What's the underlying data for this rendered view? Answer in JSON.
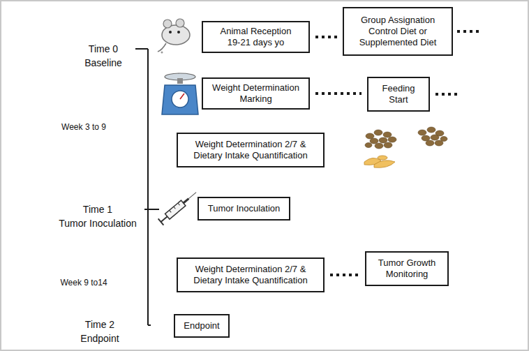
{
  "diagram": {
    "nodes": [
      {
        "text": [
          "Animal Reception 19-21 days yo"
        ]
      },
      {
        "text": [
          "Group Assignation Control Diet or Supplemented Diet"
        ]
      },
      {
        "text": [
          "Weight Determination Marking"
        ]
      },
      {
        "text": [
          "Feeding Start"
        ]
      },
      {
        "text": [
          "Weight Determination 2/7 & Dietary Intake Quantification"
        ]
      },
      {
        "text": [
          "Tumor Inoculation"
        ]
      },
      {
        "text": [
          "Weight Determination 2/7 & Dietary Intake Quantification"
        ]
      },
      {
        "text": [
          "Tumor Growth Monitoring"
        ]
      },
      {
        "text": [
          "Endpoint"
        ]
      }
    ],
    "edges": [
      {
        "from": 0,
        "to": 1,
        "arrow": "none"
      },
      {
        "from": 2,
        "to": 3,
        "arrow": "none"
      },
      {
        "from": 6,
        "to": 7,
        "arrow": "none"
      }
    ],
    "labels": [
      "Time 0",
      "Baseline",
      "Week 3 to 9",
      "Time 1",
      "Tumor Inoculation",
      "Week 9 to14",
      "Time 2",
      "Endpoint"
    ]
  }
}
